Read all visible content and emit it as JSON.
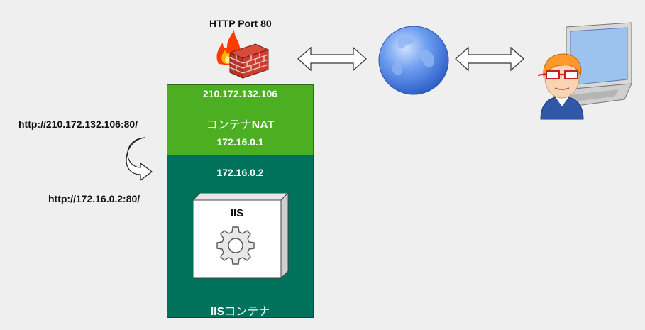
{
  "port_label": "HTTP Port 80",
  "nat": {
    "public_ip": "210.172.132.106",
    "name_prefix": "コンテナ",
    "name_suffix": "NAT",
    "private_ip": "172.16.0.1"
  },
  "iis_container": {
    "ip": "172.16.0.2",
    "server_label": "IIS",
    "name_prefix": "IIS",
    "name_suffix": "コンテナ"
  },
  "urls": {
    "external": "http://210.172.132.106:80/",
    "internal": "http://172.16.0.2:80/"
  },
  "colors": {
    "nat_green": "#4caf22",
    "iis_teal": "#00715a",
    "globe_blue": "#5a8ee8"
  },
  "icons": [
    "firewall-icon",
    "globe-icon",
    "user-icon",
    "laptop-icon",
    "gear-icon",
    "redirect-arrow-icon"
  ]
}
